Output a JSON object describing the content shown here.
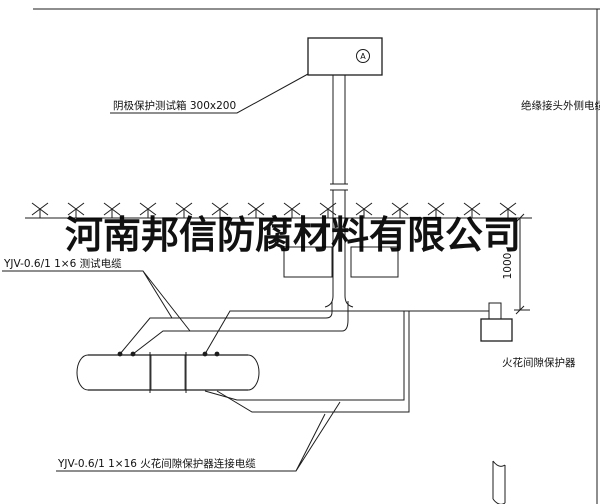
{
  "company_watermark": "河南邦信防腐材料有限公司",
  "labels": {
    "test_box": "阴极保护测试箱 300x200",
    "insulation_joint_cable": "绝缘接头外侧电缆",
    "test_cable": "YJV-0.6/1 1×6  测试电缆",
    "spark_gap_protector": "火花间隙保护器",
    "spark_gap_cable": "YJV-0.6/1 1×16  火花间隙保护器连接电缆",
    "dimension": "1000",
    "terminal_symbol": "A"
  },
  "colors": {
    "line": "#1c1c1c",
    "watermark": "#000000",
    "background": "#ffffff"
  }
}
